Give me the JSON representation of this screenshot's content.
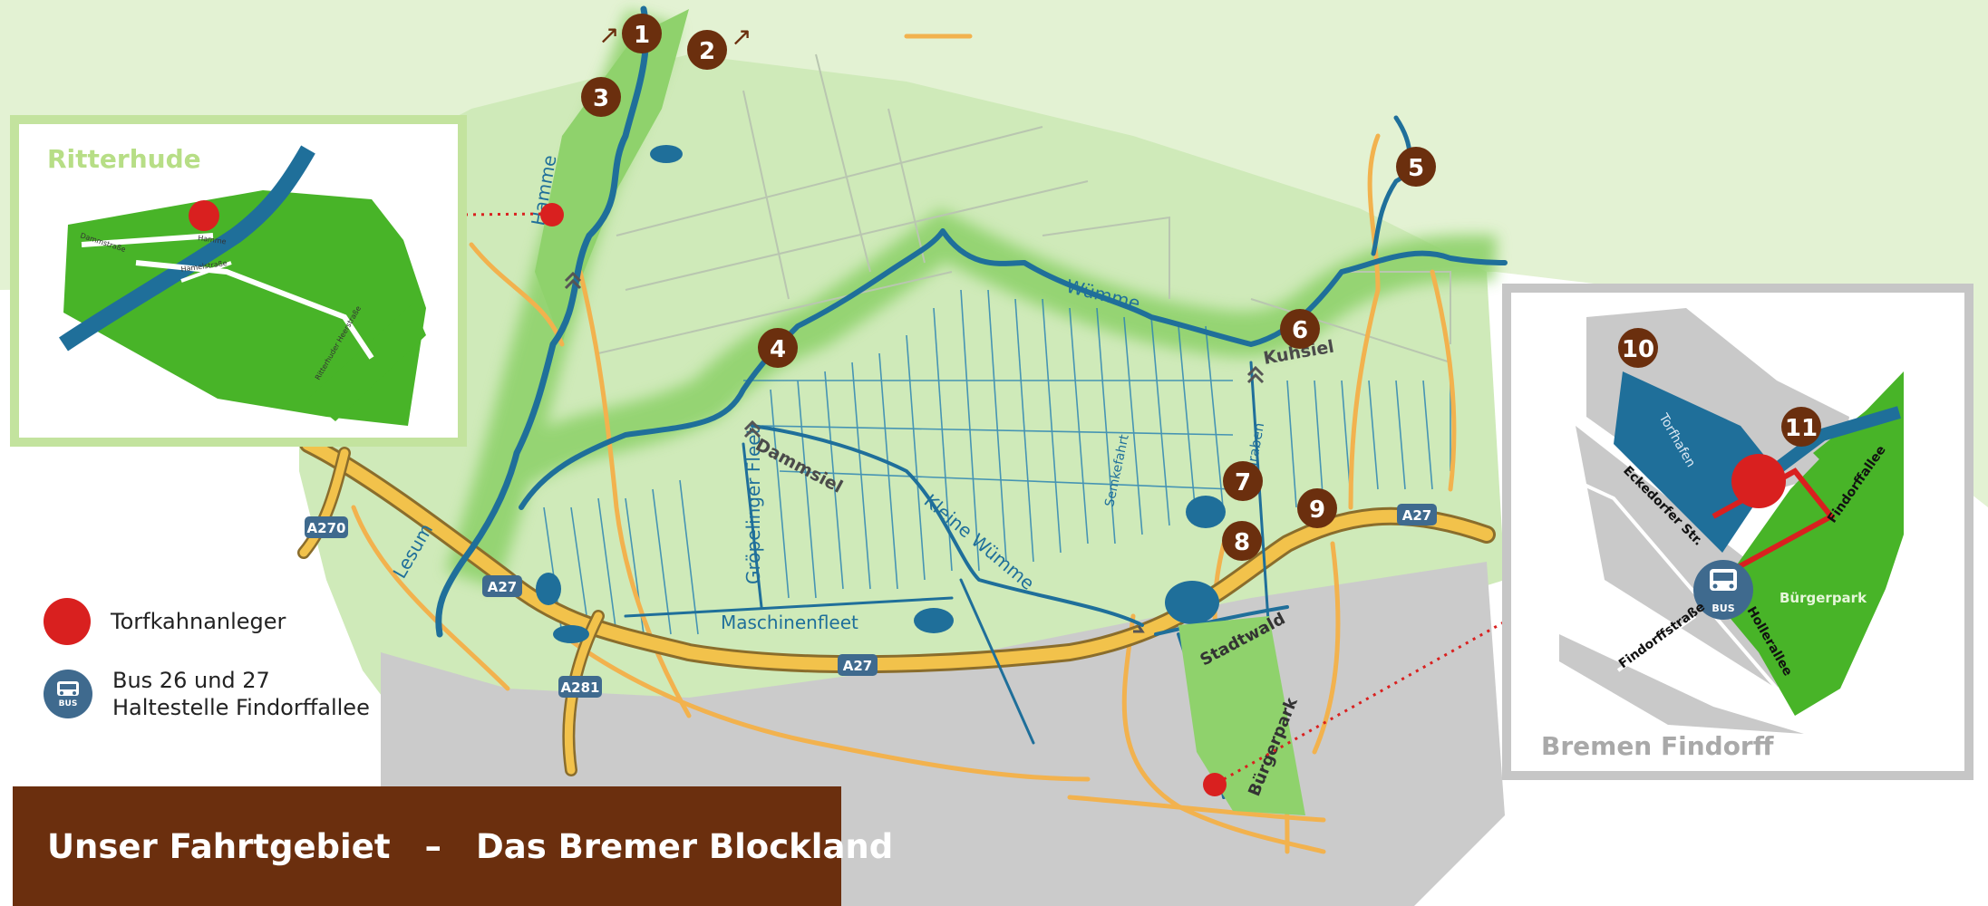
{
  "colors": {
    "land": "#e3f2d3",
    "area": "#c8e9b0",
    "river_corridor": "#8fd26c",
    "water": "#1f6f9a",
    "motorway": "#f2c24b",
    "road": "#f2b24e",
    "urban": "#c9c9c9",
    "park": "#48b428",
    "marker": "#6b2f0e",
    "landing": "#d9201f",
    "bus": "#3f6a8e",
    "title_bar": "#6b2f0e"
  },
  "map": {
    "water_labels": {
      "wumme_main": "Wümme",
      "hamme": "Hamme",
      "lesum": "Lesum",
      "gropelinger": "Gröpelinger Fleet",
      "maschinenfleet": "Maschinenfleet",
      "kleine_wumme": "Kleine Wümme",
      "semkefahrt": "Semkefahrt",
      "graben": "graben"
    },
    "siel_labels": {
      "dammsiel": "Dammsiel",
      "kuhsiel": "Kuhsiel"
    },
    "park_labels": {
      "stadtwald": "Stadtwald",
      "burgerpark": "Bürgerpark"
    },
    "road_badges": {
      "a270": "A270",
      "a27_west": "A27",
      "a27_mid": "A27",
      "a27_east": "A27",
      "a281": "A281"
    },
    "markers": [
      "1",
      "2",
      "3",
      "4",
      "5",
      "6",
      "7",
      "8",
      "9",
      "10",
      "11"
    ],
    "arrows": {
      "up": "↗"
    }
  },
  "insets": {
    "ritterhude": {
      "title": "Ritterhude",
      "streets": {
        "s1": "Dammstraße",
        "s2": "Hamme",
        "s3": "Hamelstraße",
        "s4": "Ritterhuder Heerstraße"
      }
    },
    "findorff": {
      "title": "Bremen Findorff",
      "labels": {
        "torfhafen": "Torfhafen",
        "eckedorfer": "Eckedorfer Str.",
        "findorffallee": "Findorffallee",
        "findorffstrasse": "Findorffstraße",
        "hollerallee": "Hollerallee",
        "burgerpark": "Bürgerpark",
        "bus_badge": "BUS"
      }
    }
  },
  "legend": {
    "landing": "Torfkahnanleger",
    "bus_line1": "Bus 26 und 27",
    "bus_line2": "Haltestelle Findorffallee",
    "bus_badge": "BUS"
  },
  "title": {
    "left": "Unser Fahrtgebiet",
    "dash": "–",
    "right": "Das Bremer Blockland"
  }
}
